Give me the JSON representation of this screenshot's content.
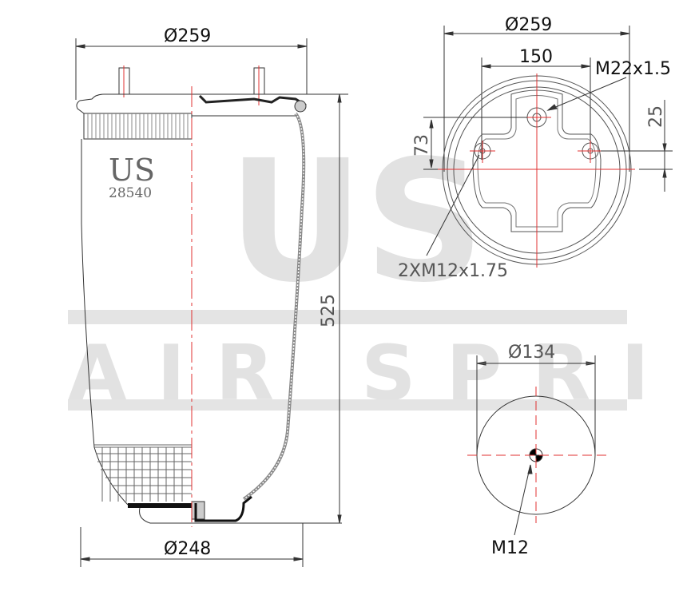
{
  "drawing": {
    "brand_logo": "US",
    "part_number": "28540",
    "watermark": {
      "top": "US",
      "bottom": "AIR SPRING"
    },
    "side_view": {
      "top_diameter": "Ø259",
      "bottom_diameter": "Ø248",
      "height": "525"
    },
    "top_view": {
      "diameter": "Ø259",
      "stud_spacing": "150",
      "center_thread": "M22x1.5",
      "offset_vertical": "73",
      "offset_small": "25",
      "stud_thread": "2XM12x1.75"
    },
    "bottom_view": {
      "diameter": "Ø134",
      "thread": "M12"
    },
    "colors": {
      "centerline": "#e03030",
      "line": "#222222",
      "watermark": "#e2e2e2",
      "logo": "#666666"
    }
  }
}
